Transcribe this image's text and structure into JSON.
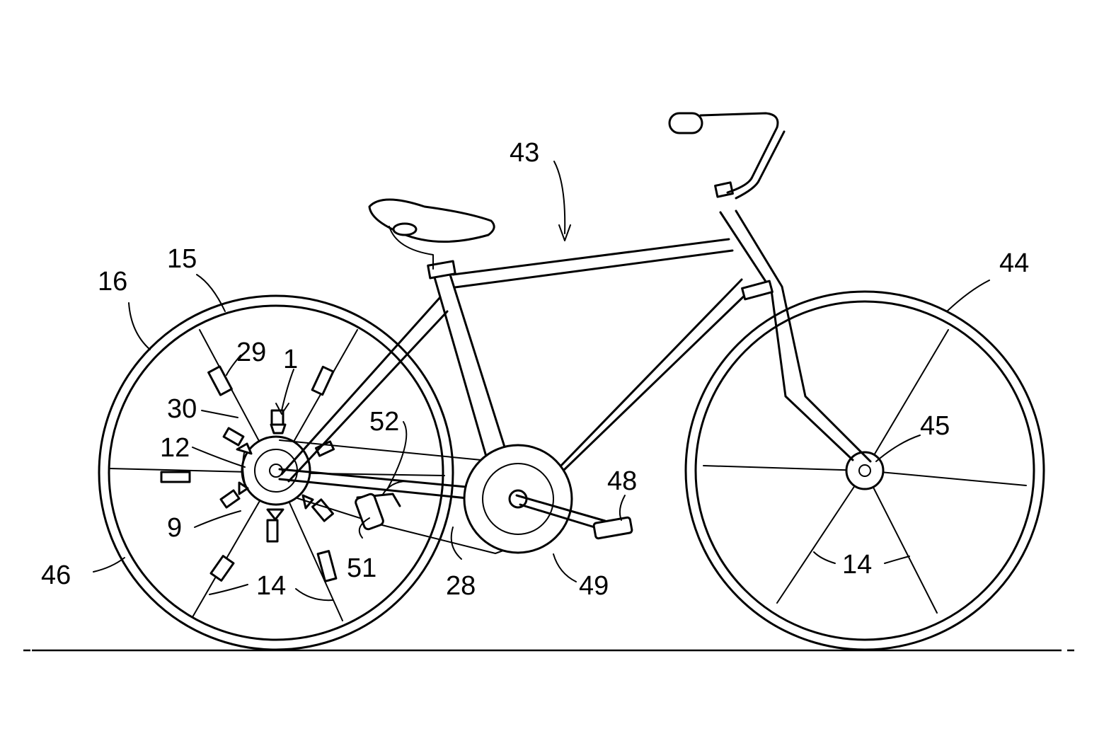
{
  "labels": {
    "assembly": "43",
    "front_wheel": "44",
    "front_hub": "45",
    "rear_wheel": "46",
    "pedal": "48",
    "chainring": "49",
    "lower_arm": "51",
    "upper_arm": "52",
    "chain": "28",
    "rim_outer": "16",
    "rim_inner": "15",
    "device": "1",
    "emitter": "29",
    "emitter_wire": "30",
    "hub_cover": "12",
    "hub_body": "9",
    "spokes_rear": "14",
    "spokes_front": "14"
  }
}
